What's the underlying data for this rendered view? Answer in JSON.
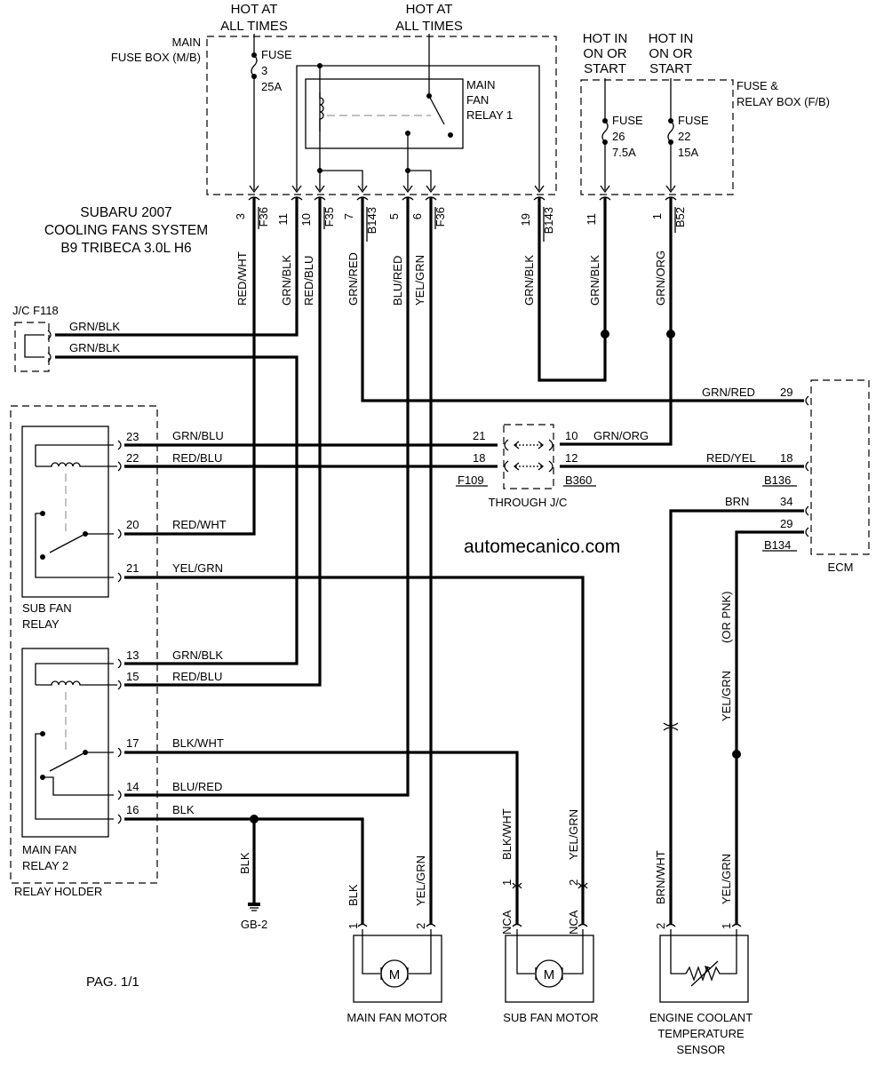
{
  "title": {
    "line1": "SUBARU 2007",
    "line2": "COOLING FANS SYSTEM",
    "line3": "B9 TRIBECA 3.0L H6"
  },
  "watermark": "automecanico.com",
  "page_number": "PAG. 1/1",
  "power": {
    "hot_at": "HOT AT",
    "all_times": "ALL TIMES",
    "hot_in": "HOT IN",
    "on_or": "ON OR",
    "start": "START"
  },
  "boxes": {
    "main_fuse_box_l1": "MAIN",
    "main_fuse_box_l2": "FUSE BOX (M/B)",
    "relay_box_l1": "FUSE &",
    "relay_box_l2": "RELAY BOX (F/B)",
    "jc_f118": "J/C F118",
    "relay_holder": "RELAY HOLDER",
    "sub_fan_relay_l1": "SUB FAN",
    "sub_fan_relay_l2": "RELAY",
    "main_fan_relay2_l1": "MAIN FAN",
    "main_fan_relay2_l2": "RELAY 2",
    "main_fan_relay1_l1": "MAIN",
    "main_fan_relay1_l2": "FAN",
    "main_fan_relay1_l3": "RELAY 1",
    "through_jc": "THROUGH J/C",
    "ecm": "ECM",
    "main_fan_motor": "MAIN FAN MOTOR",
    "sub_fan_motor": "SUB FAN MOTOR",
    "ect_l1": "ENGINE COOLANT",
    "ect_l2": "TEMPERATURE",
    "ect_l3": "SENSOR",
    "ground": "GB-2",
    "motor_symbol": "M"
  },
  "fuses": {
    "f3": {
      "label": "FUSE",
      "num": "3",
      "amp": "25A"
    },
    "f26": {
      "label": "FUSE",
      "num": "26",
      "amp": "7.5A"
    },
    "f22": {
      "label": "FUSE",
      "num": "22",
      "amp": "15A"
    }
  },
  "pins": {
    "mb_3": "3",
    "mb_f36a": "F36",
    "mb_11": "11",
    "mb_10": "10",
    "mb_f35": "F35",
    "mb_7": "7",
    "mb_b143a": "B143",
    "mb_5": "5",
    "mb_6": "6",
    "mb_f36b": "F36",
    "mb_19": "19",
    "mb_b143b": "B143",
    "fb_11": "11",
    "fb_1": "1",
    "fb_b52": "B52",
    "sr_23": "23",
    "sr_22": "22",
    "sr_20": "20",
    "sr_21": "21",
    "mr_13": "13",
    "mr_15": "15",
    "mr_17": "17",
    "mr_14": "14",
    "mr_16": "16",
    "jc_21": "21",
    "jc_18": "18",
    "jc_10": "10",
    "jc_12": "12",
    "jc_f109": "F109",
    "jc_b360": "B360",
    "ecm_29a": "29",
    "ecm_18": "18",
    "ecm_b136": "B136",
    "ecm_34": "34",
    "ecm_29b": "29",
    "ecm_b134": "B134",
    "mfm_1": "1",
    "mfm_2": "2",
    "sfm_1": "1",
    "sfm_2": "2",
    "ect_2": "2",
    "ect_1": "1",
    "nca_a": "NCA",
    "nca_b": "NCA"
  },
  "wires": {
    "red_wht": "RED/WHT",
    "grn_blk": "GRN/BLK",
    "red_blu": "RED/BLU",
    "grn_red": "GRN/RED",
    "blu_red": "BLU/RED",
    "yel_grn": "YEL/GRN",
    "grn_org": "GRN/ORG",
    "grn_blu": "GRN/BLU",
    "red_yel": "RED/YEL",
    "brn": "BRN",
    "blk_wht": "BLK/WHT",
    "blk": "BLK",
    "brn_wht": "BRN/WHT",
    "or_pnk": "(OR PNK)"
  }
}
